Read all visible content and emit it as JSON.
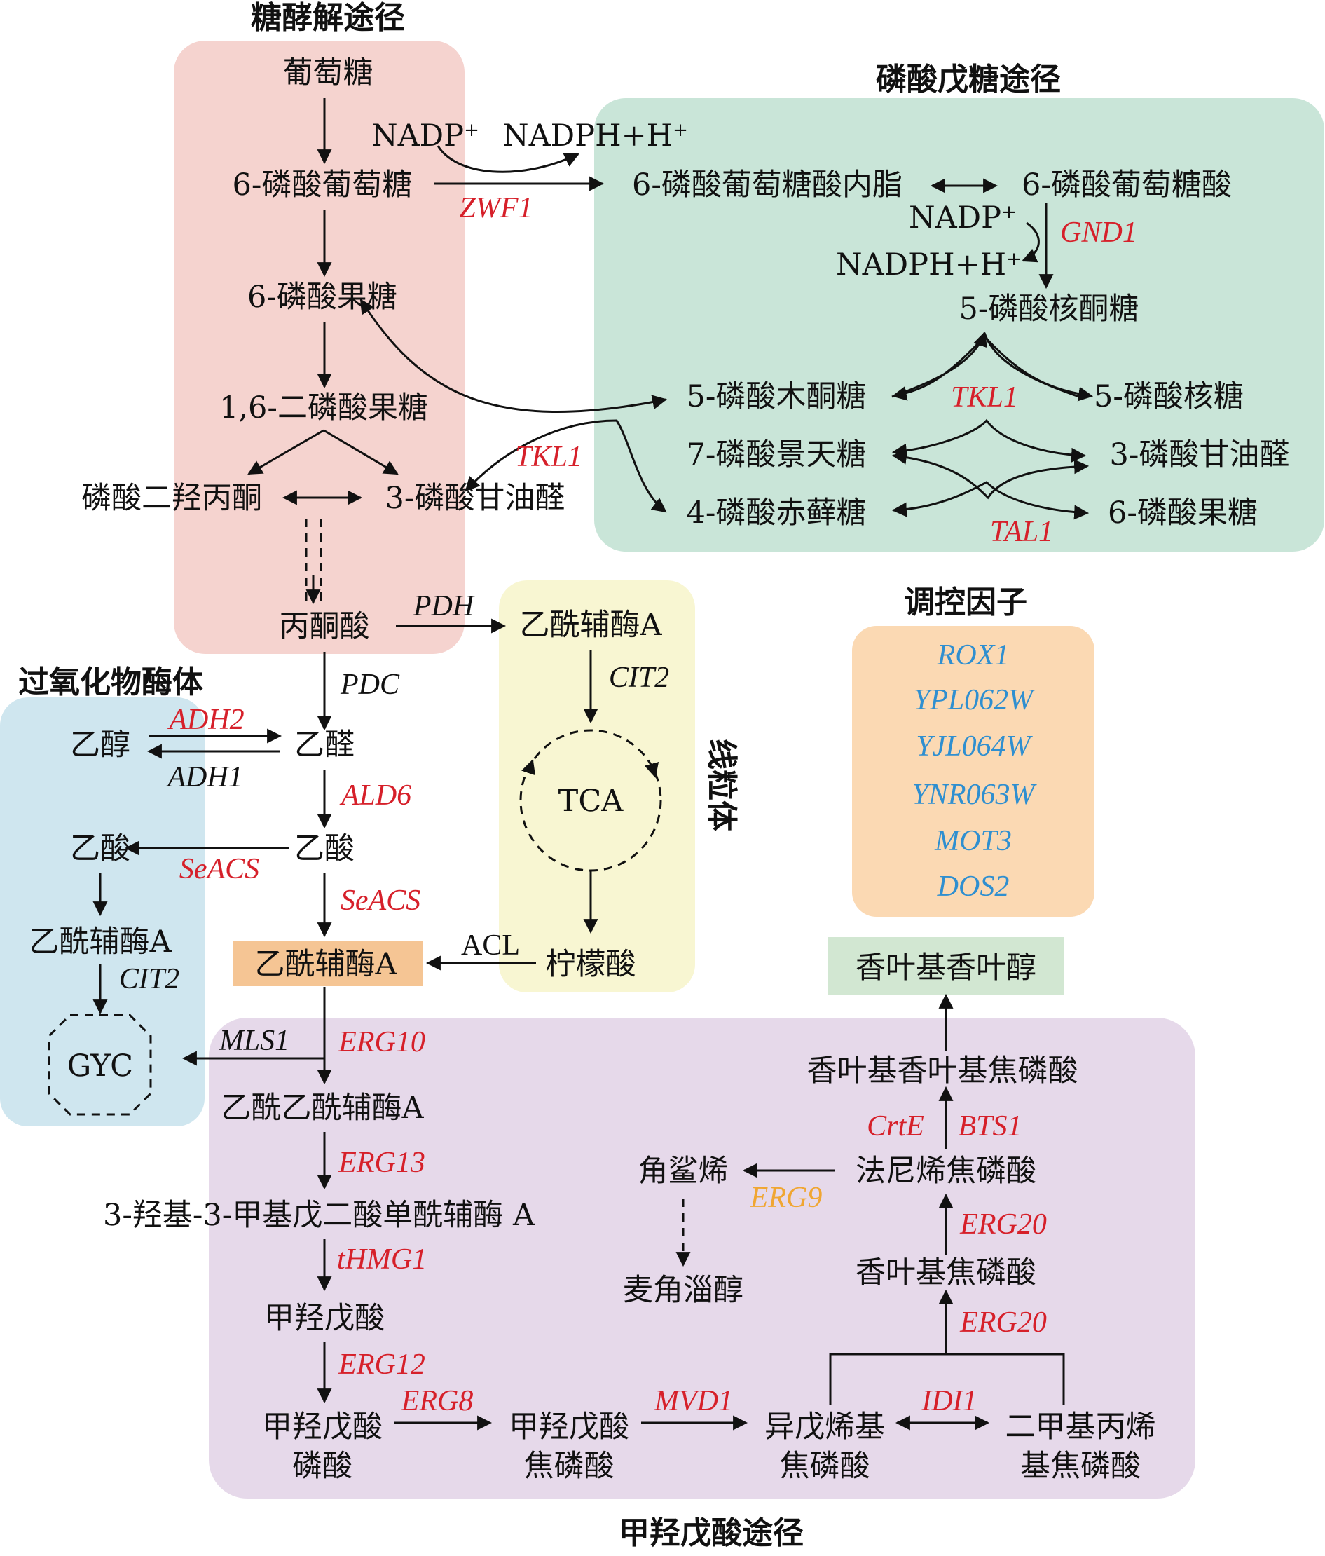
{
  "regions": {
    "glycolysis": "糖酵解途径",
    "ppp": "磷酸戊糖途径",
    "peroxisome": "过氧化物酶体",
    "mito": "线粒体",
    "regulators": "调控因子",
    "mva": "甲羟戊酸途径"
  },
  "nodes": {
    "glucose": "葡萄糖",
    "g6p": "6-磷酸葡萄糖",
    "f6p": "6-磷酸果糖",
    "fbp": "1,6-二磷酸果糖",
    "dhap": "磷酸二羟丙酮",
    "g3p": "3-磷酸甘油醛",
    "pyruvate": "丙酮酸",
    "acetylcoa_mito": "乙酰辅酶A",
    "tca": "TCA",
    "citrate": "柠檬酸",
    "acetaldehyde": "乙醛",
    "ethanol": "乙醇",
    "acetate": "乙酸",
    "acetate_px": "乙酸",
    "acetylcoa_px": "乙酰辅酶A",
    "gyc": "GYC",
    "acetylcoa": "乙酰辅酶A",
    "acacoa": "乙酰乙酰辅酶A",
    "hmgcoa": "3-羟基-3-甲基戊二酸单酰辅酶 A",
    "mva": "甲羟戊酸",
    "mvap": [
      "甲羟戊酸",
      "磷酸"
    ],
    "mvapp": [
      "甲羟戊酸",
      "焦磷酸"
    ],
    "ipp": [
      "异戊烯基",
      "焦磷酸"
    ],
    "dmapp": [
      "二甲基丙烯",
      "基焦磷酸"
    ],
    "gpp": "香叶基焦磷酸",
    "fpp": "法尼烯焦磷酸",
    "squalene": "角鲨烯",
    "ergosterol": "麦角淄醇",
    "ggpp": "香叶基香叶基焦磷酸",
    "ggoh": "香叶基香叶醇",
    "nadp1": "NADP",
    "nadph1": "NADPH+H",
    "lactone": "6-磷酸葡萄糖酸内脂",
    "gluconate": "6-磷酸葡萄糖酸",
    "nadp2": "NADP",
    "nadph2": "NADPH+H",
    "ru5p": "5-磷酸核酮糖",
    "xu5p": "5-磷酸木酮糖",
    "s7p": "7-磷酸景天糖",
    "e4p": "4-磷酸赤藓糖",
    "r5p": "5-磷酸核糖",
    "g3p_r": "3-磷酸甘油醛",
    "f6p_r": "6-磷酸果糖",
    "plus": "+"
  },
  "genes": {
    "zwf1": "ZWF1",
    "gnd1": "GND1",
    "tkl1_a": "TKL1",
    "tkl1_b": "TKL1",
    "tal1": "TAL1",
    "pdh": "PDH",
    "cit2_m": "CIT2",
    "pdc": "PDC",
    "adh2": "ADH2",
    "adh1": "ADH1",
    "ald6": "ALD6",
    "seacs1": "SeACS",
    "seacs2": "SeACS",
    "cit2_p": "CIT2",
    "acl": "ACL",
    "mls1": "MLS1",
    "erg10": "ERG10",
    "erg13": "ERG13",
    "thmg1": "tHMG1",
    "erg12": "ERG12",
    "erg8": "ERG8",
    "mvd1": "MVD1",
    "idi1": "IDI1",
    "erg20a": "ERG20",
    "erg20b": "ERG20",
    "erg9": "ERG9",
    "crte": "CrtE",
    "bts1": "BTS1"
  },
  "regulator_list": [
    "ROX1",
    "YPL062W",
    "YJL064W",
    "YNR063W",
    "MOT3",
    "DOS2"
  ],
  "colors": {
    "glycolysis_bg": "#f5d3cf",
    "ppp_bg": "#c9e5d8",
    "peroxisome_bg": "#cfe6ef",
    "mito_bg": "#f8f6d2",
    "regulator_bg": "#fbd9b3",
    "mva_bg": "#e6d9ea",
    "acetylcoa_box": "#f5c594",
    "ggoh_box": "#d2e7d2",
    "gene_red": "#d6202a",
    "gene_blue": "#2f8fd0",
    "gene_orange": "#f0a632"
  }
}
